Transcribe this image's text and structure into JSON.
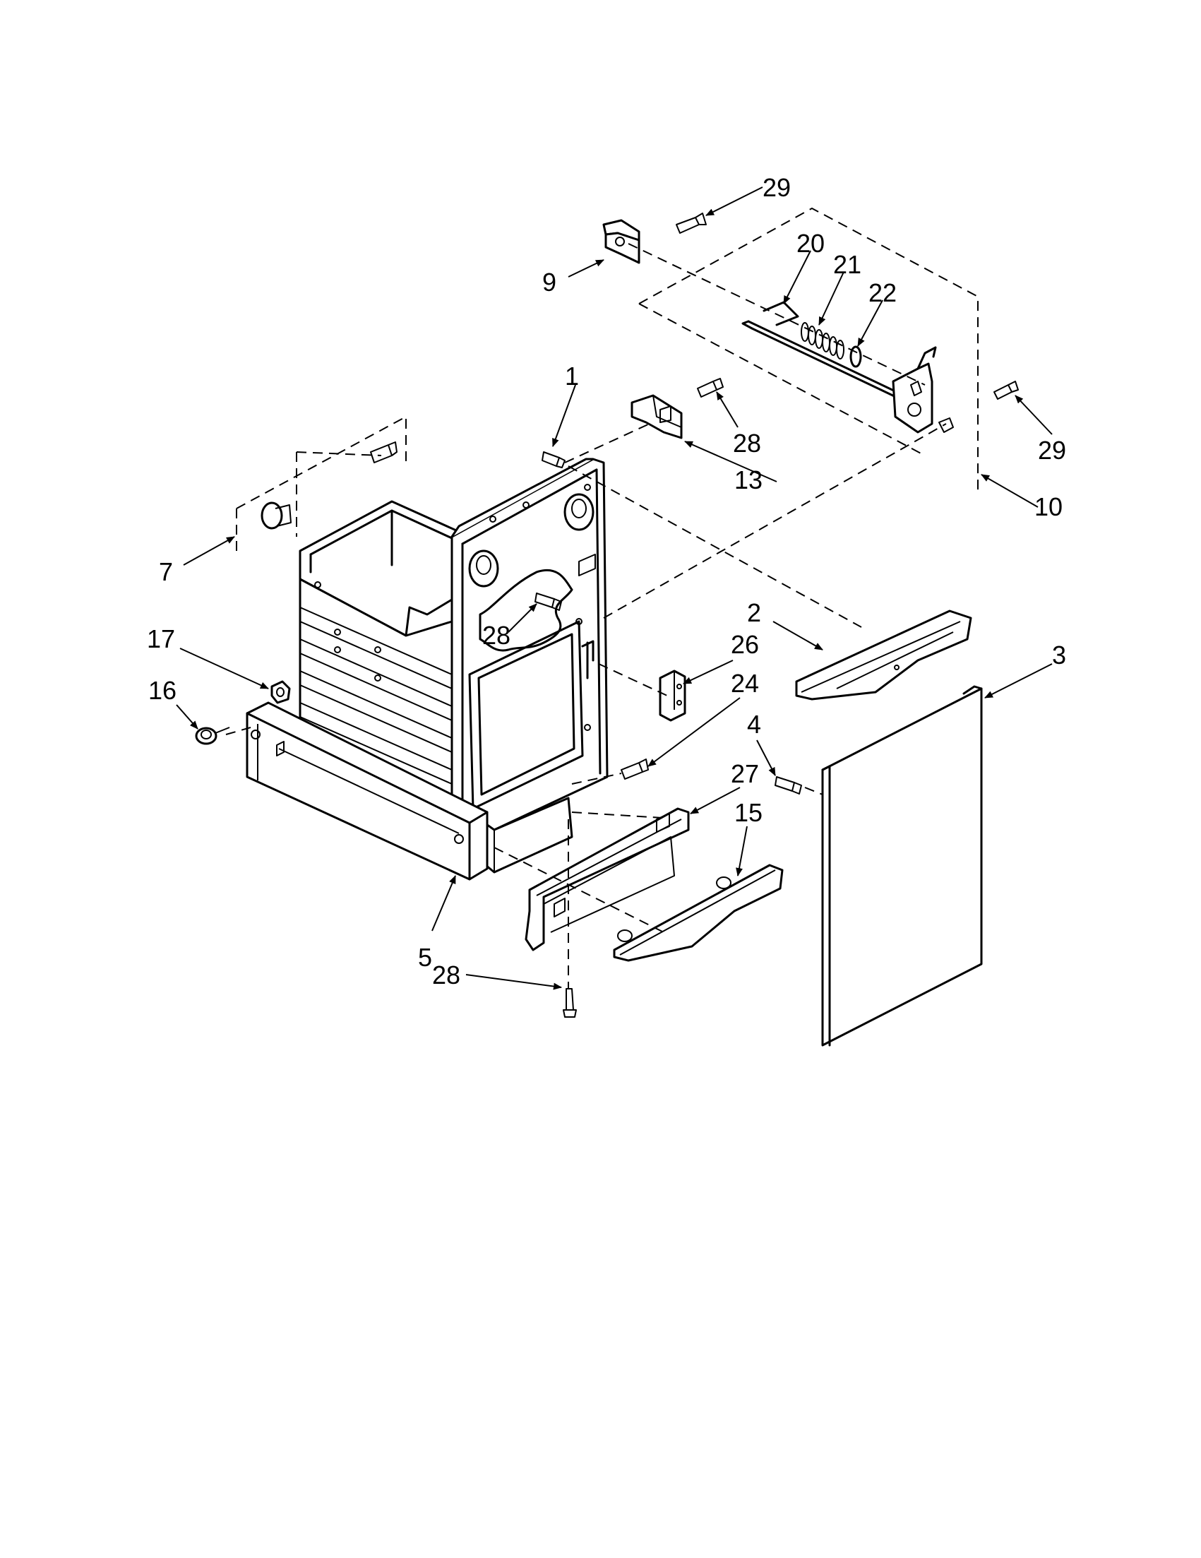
{
  "callouts": [
    {
      "id": "c29a",
      "label": "29"
    },
    {
      "id": "c9",
      "label": "9"
    },
    {
      "id": "c20",
      "label": "20"
    },
    {
      "id": "c21",
      "label": "21"
    },
    {
      "id": "c22",
      "label": "22"
    },
    {
      "id": "c1",
      "label": "1"
    },
    {
      "id": "c28a",
      "label": "28"
    },
    {
      "id": "c29b",
      "label": "29"
    },
    {
      "id": "c13",
      "label": "13"
    },
    {
      "id": "c10",
      "label": "10"
    },
    {
      "id": "c7",
      "label": "7"
    },
    {
      "id": "c28b",
      "label": "28"
    },
    {
      "id": "c2",
      "label": "2"
    },
    {
      "id": "c3",
      "label": "3"
    },
    {
      "id": "c26",
      "label": "26"
    },
    {
      "id": "c17",
      "label": "17"
    },
    {
      "id": "c24",
      "label": "24"
    },
    {
      "id": "c16",
      "label": "16"
    },
    {
      "id": "c4",
      "label": "4"
    },
    {
      "id": "c27",
      "label": "27"
    },
    {
      "id": "c15",
      "label": "15"
    },
    {
      "id": "c5",
      "label": "5"
    },
    {
      "id": "c28c",
      "label": "28"
    }
  ]
}
